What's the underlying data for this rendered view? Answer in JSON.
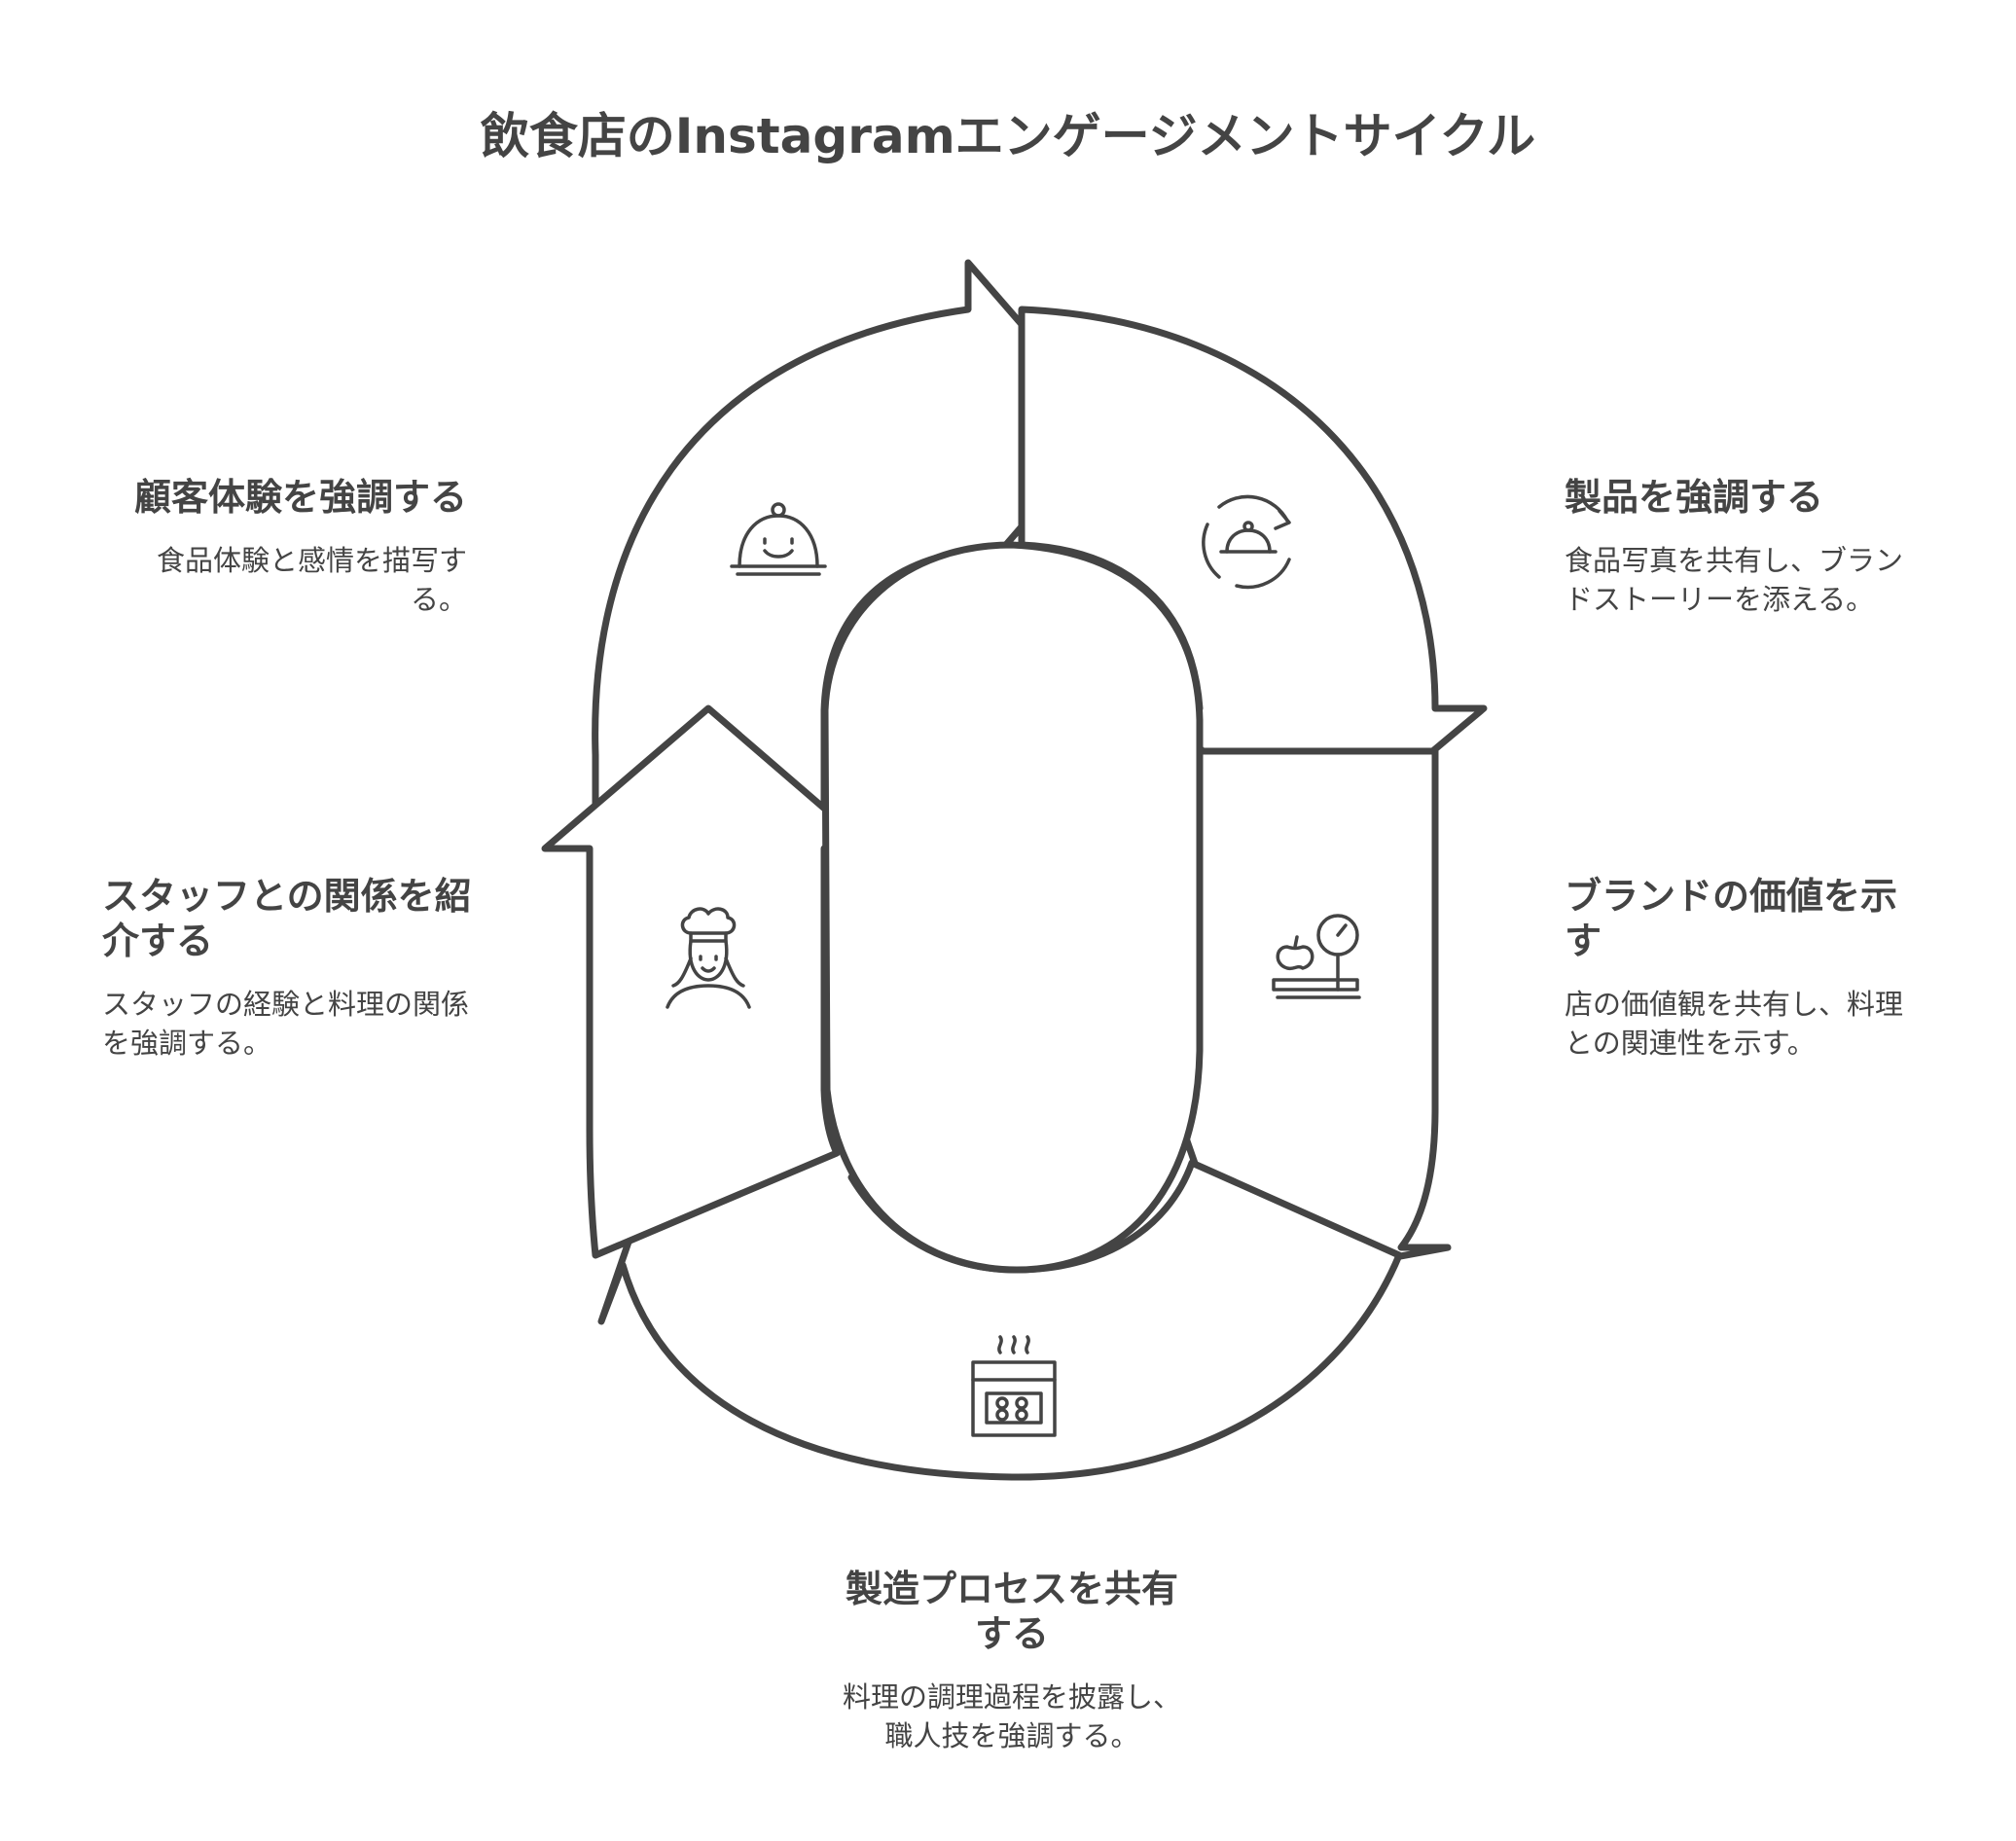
{
  "title": "飲食店のInstagramエンゲージメントサイクル",
  "stages": {
    "customer_experience": {
      "heading": "顧客体験を強調する",
      "description": "食品体験と感情を描写する。"
    },
    "product": {
      "heading": "製品を強調する",
      "description": "食品写真を共有し、ブランドストーリーを添える。"
    },
    "brand_value": {
      "heading": "ブランドの価値を示す",
      "description": "店の価値観を共有し、料理との関連性を示す。"
    },
    "process": {
      "heading": "製造プロセスを共有する",
      "description": "料理の調理過程を披露し、職人技を強調する。"
    },
    "staff": {
      "heading": "スタッフとの関係を紹介する",
      "description": "スタッフの経験と料理の関係を強調する。"
    }
  },
  "icons": {
    "customer_experience": "smiling-cloche-icon",
    "product": "cloche-refresh-icon",
    "brand_value": "apple-scale-icon",
    "process": "oven-icon",
    "staff": "chef-icon"
  },
  "colors": {
    "stroke": "#444444",
    "text": "#444444",
    "background": "#ffffff"
  }
}
